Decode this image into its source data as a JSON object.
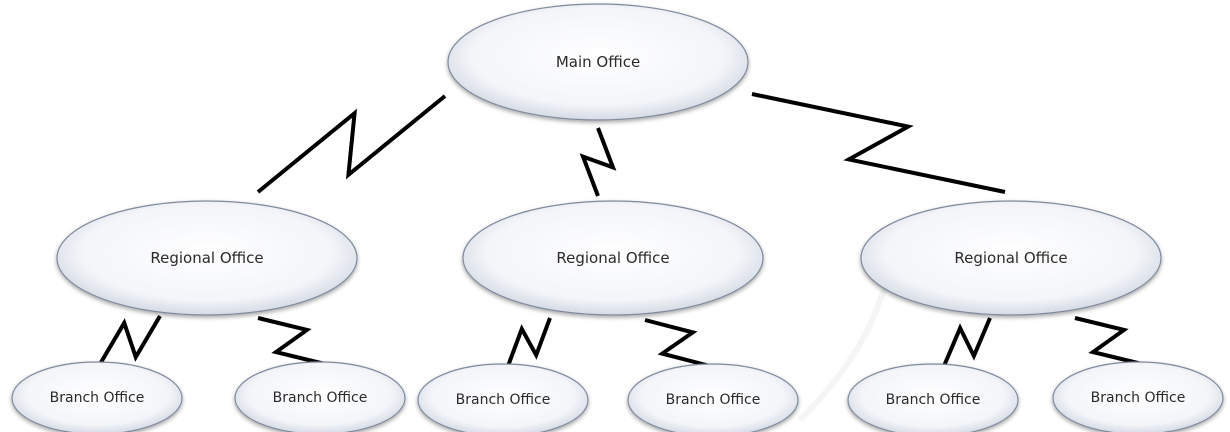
{
  "diagram": {
    "root": {
      "label": "Main Office"
    },
    "regions": [
      {
        "label": "Regional Office",
        "branches": [
          {
            "label": "Branch Office"
          },
          {
            "label": "Branch Office"
          }
        ]
      },
      {
        "label": "Regional Office",
        "branches": [
          {
            "label": "Branch Office"
          },
          {
            "label": "Branch Office"
          }
        ]
      },
      {
        "label": "Regional Office",
        "branches": [
          {
            "label": "Branch Office"
          },
          {
            "label": "Branch Office"
          }
        ]
      }
    ],
    "colors": {
      "node_fill_center": "#ffffff",
      "node_fill_edge": "#c9d0dc",
      "node_stroke": "#7f8a9c",
      "link": "#000000",
      "text": "#2a2a2a"
    }
  }
}
